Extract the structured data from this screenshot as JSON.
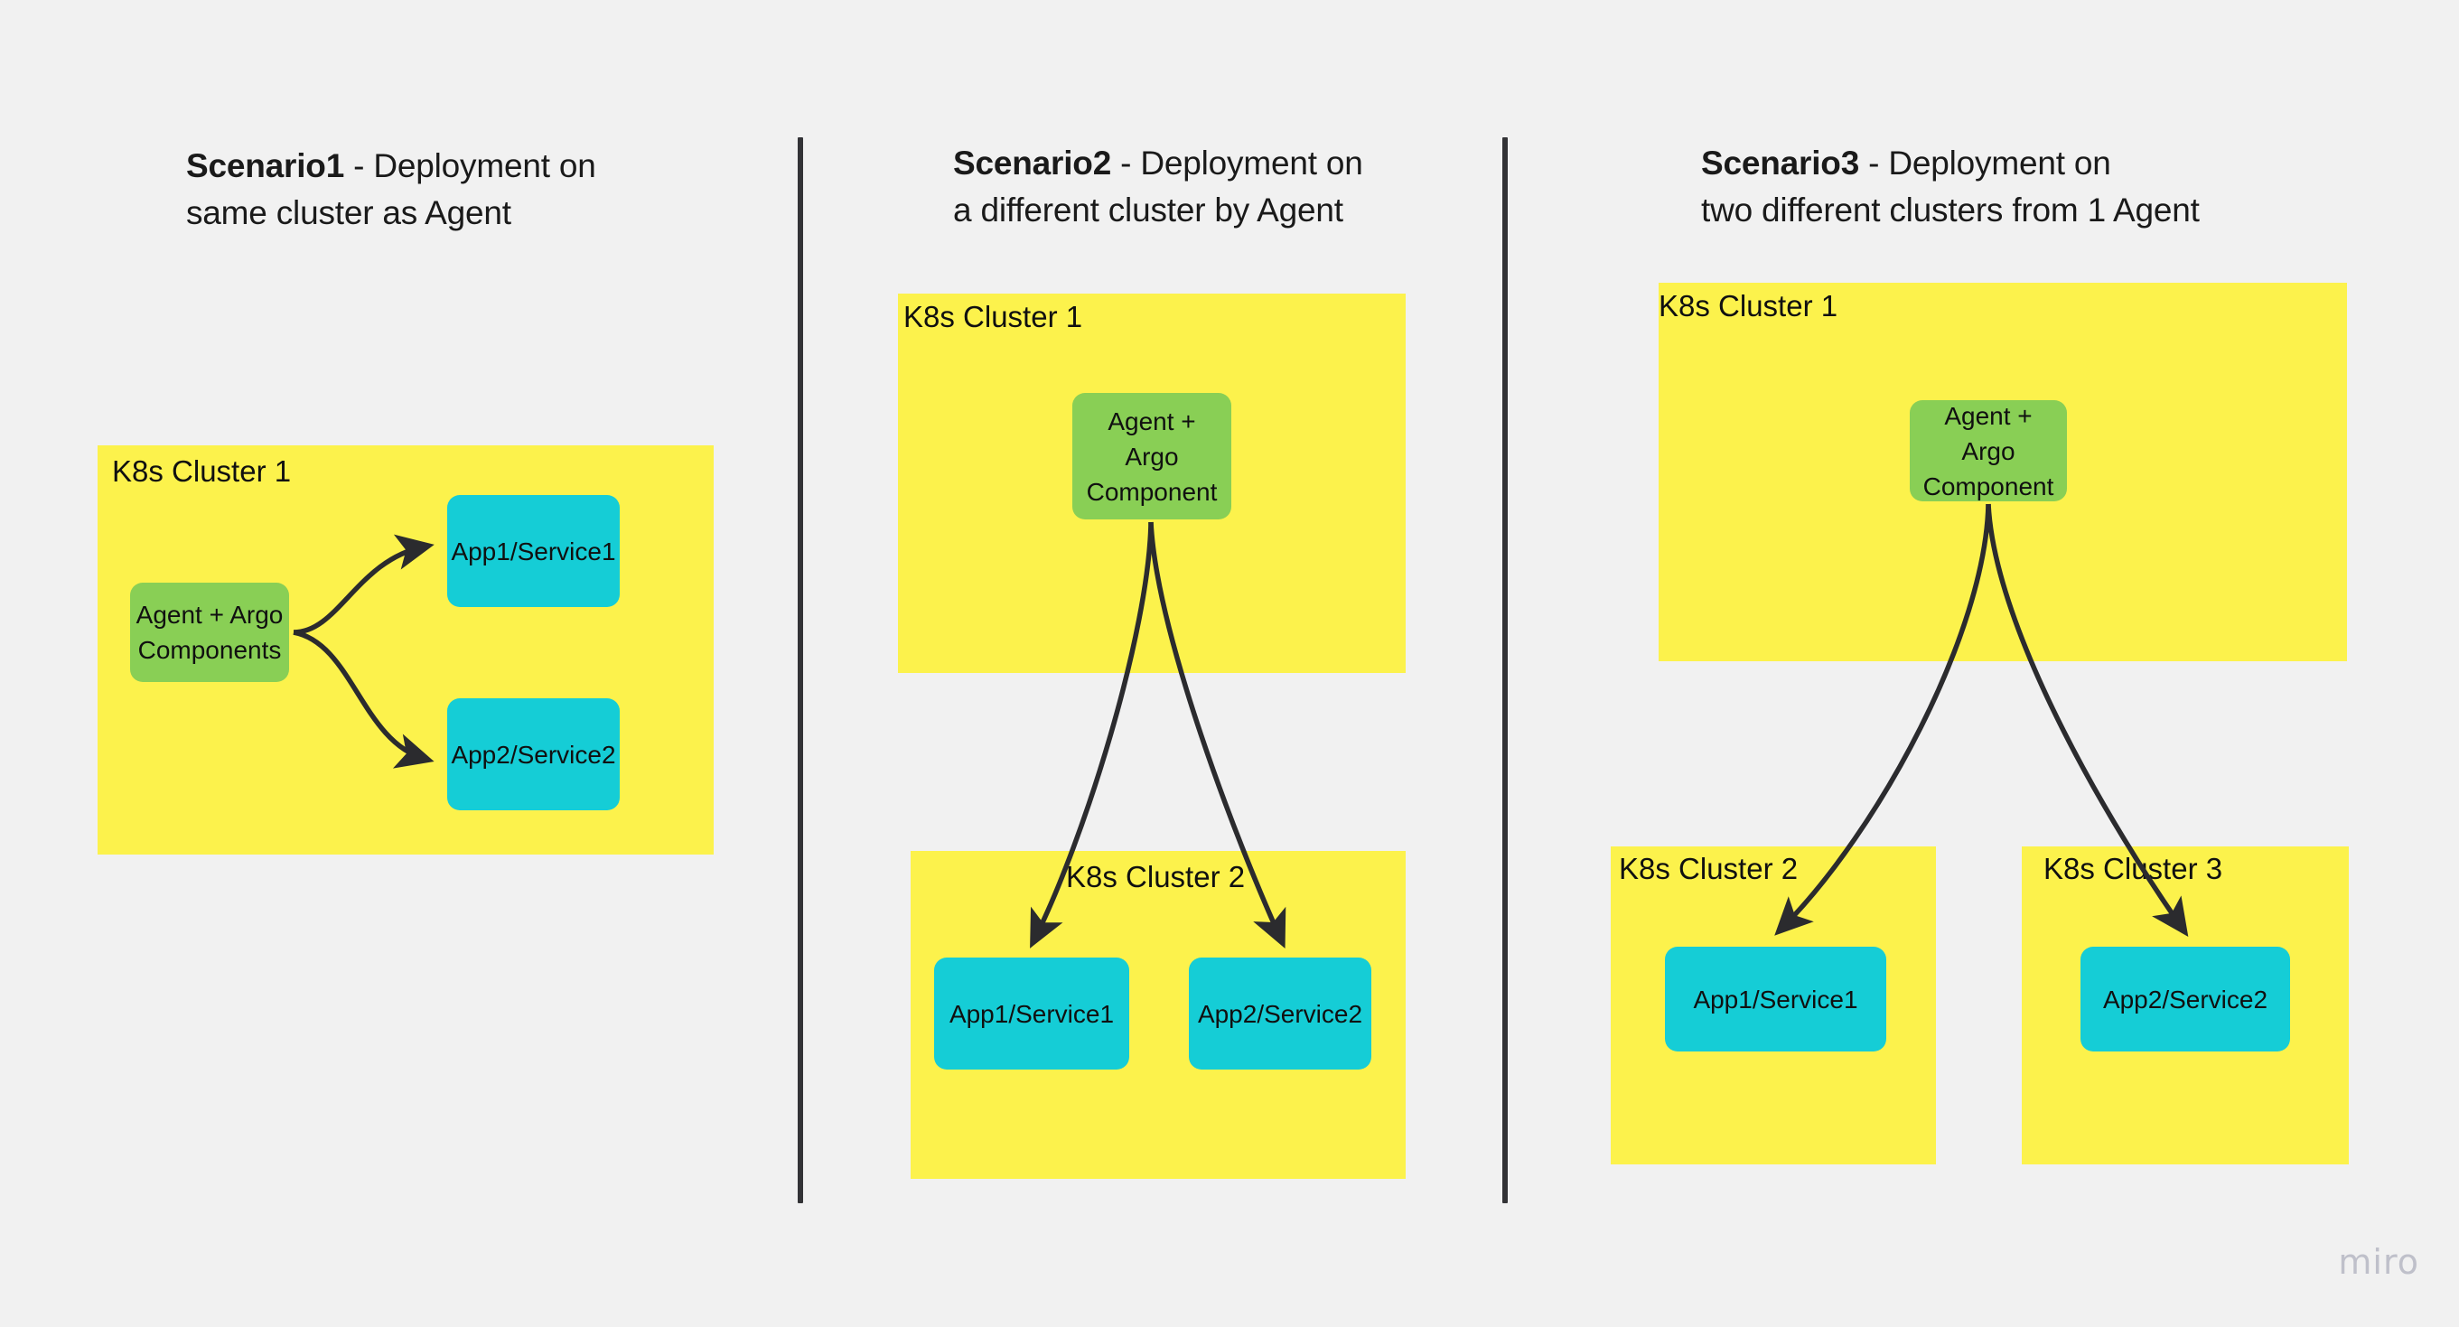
{
  "board": {
    "background_color": "#f1f1f1",
    "watermark": "miro",
    "palette": {
      "cluster_yellow": "#fcf24c",
      "agent_green": "#89cf55",
      "app_cyan": "#15cdd6",
      "divider_dark": "#333336",
      "text_dark": "#1a1a1a"
    }
  },
  "scenarios": [
    {
      "id": "scenario1",
      "title_bold": "Scenario1",
      "title_rest": " - Deployment on\nsame cluster as Agent",
      "clusters": [
        {
          "label": "K8s Cluster 1",
          "nodes": [
            {
              "label": "Agent + Argo\nComponents",
              "kind": "agent"
            },
            {
              "label": "App1/Service1",
              "kind": "app"
            },
            {
              "label": "App2/Service2",
              "kind": "app"
            }
          ]
        }
      ]
    },
    {
      "id": "scenario2",
      "title_bold": "Scenario2",
      "title_rest": " - Deployment on\na different cluster by Agent",
      "clusters": [
        {
          "label": "K8s Cluster 1",
          "nodes": [
            {
              "label": "Agent +\nArgo\nComponent",
              "kind": "agent"
            }
          ]
        },
        {
          "label": "K8s Cluster 2",
          "nodes": [
            {
              "label": "App1/Service1",
              "kind": "app"
            },
            {
              "label": "App2/Service2",
              "kind": "app"
            }
          ]
        }
      ]
    },
    {
      "id": "scenario3",
      "title_bold": "Scenario3",
      "title_rest": " - Deployment on\ntwo different clusters from 1 Agent",
      "clusters": [
        {
          "label": "K8s Cluster 1",
          "nodes": [
            {
              "label": "Agent +\nArgo\nComponent",
              "kind": "agent"
            }
          ]
        },
        {
          "label": "K8s Cluster 2",
          "nodes": [
            {
              "label": "App1/Service1",
              "kind": "app"
            }
          ]
        },
        {
          "label": "K8s Cluster 3",
          "nodes": [
            {
              "label": "App2/Service2",
              "kind": "app"
            }
          ]
        }
      ]
    }
  ]
}
